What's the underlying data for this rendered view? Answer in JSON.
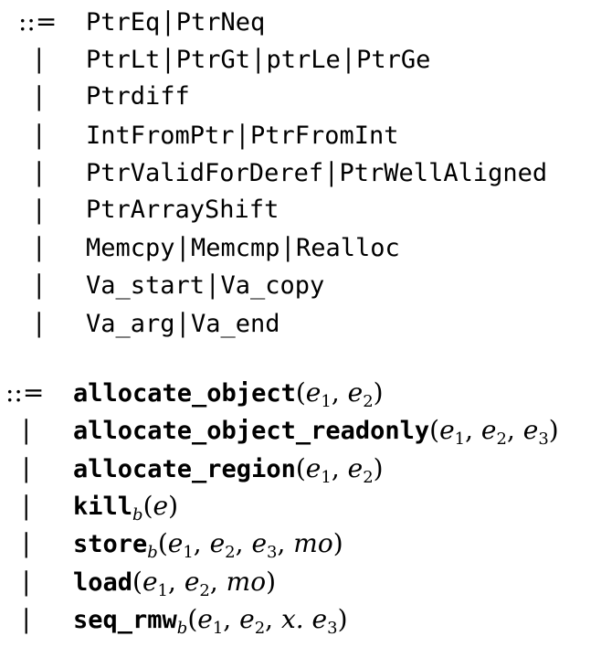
{
  "symbols": {
    "defines": "::=",
    "bar": "|"
  },
  "block1": [
    [
      "PtrEq",
      "PtrNeq"
    ],
    [
      "PtrLt",
      "PtrGt",
      "ptrLe",
      "PtrGe"
    ],
    [
      "Ptrdiff"
    ],
    [
      "IntFromPtr",
      "PtrFromInt"
    ],
    [
      "PtrValidForDeref",
      "PtrWellAligned"
    ],
    [
      "PtrArrayShift"
    ],
    [
      "Memcpy",
      "Memcmp",
      "Realloc"
    ],
    [
      "Va_start",
      "Va_copy"
    ],
    [
      "Va_arg",
      "Va_end"
    ]
  ],
  "block2": [
    {
      "name": "allocate_object",
      "sub": "",
      "args": [
        [
          "e",
          "1"
        ],
        [
          "e",
          "2"
        ]
      ]
    },
    {
      "name": "allocate_object_readonly",
      "sub": "",
      "args": [
        [
          "e",
          "1"
        ],
        [
          "e",
          "2"
        ],
        [
          "e",
          "3"
        ]
      ]
    },
    {
      "name": "allocate_region",
      "sub": "",
      "args": [
        [
          "e",
          "1"
        ],
        [
          "e",
          "2"
        ]
      ]
    },
    {
      "name": "kill",
      "sub": "b",
      "args": [
        [
          "e",
          ""
        ]
      ]
    },
    {
      "name": "store",
      "sub": "b",
      "args": [
        [
          "e",
          "1"
        ],
        [
          "e",
          "2"
        ],
        [
          "e",
          "3"
        ],
        [
          "mo",
          ""
        ]
      ]
    },
    {
      "name": "load",
      "sub": "",
      "args": [
        [
          "e",
          "1"
        ],
        [
          "e",
          "2"
        ],
        [
          "mo",
          ""
        ]
      ]
    },
    {
      "name": "seq_rmw",
      "sub": "b",
      "args": [
        [
          "e",
          "1"
        ],
        [
          "e",
          "2"
        ],
        [
          "x. e",
          "3"
        ]
      ]
    }
  ]
}
